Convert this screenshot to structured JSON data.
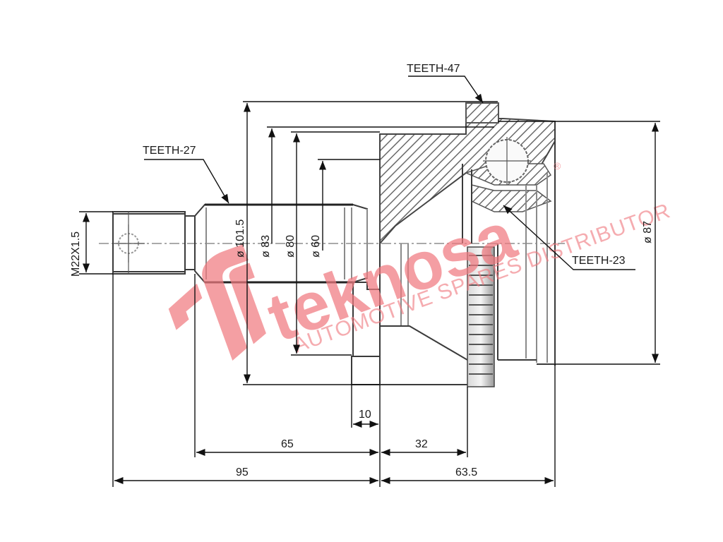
{
  "drawing": {
    "subject": "CV joint (outer) technical drawing",
    "callouts": {
      "teeth_outer": "TEETH-47",
      "teeth_shaft": "TEETH-27",
      "teeth_inner": "TEETH-23"
    },
    "thread": "M22X1.5",
    "diameters": {
      "d1": "ø 101.5",
      "d2": "ø 83",
      "d3": "ø 80",
      "d4": "ø 60",
      "d5": "ø 87"
    },
    "lengths": {
      "l_10": "10",
      "l_65": "65",
      "l_32": "32",
      "l_95": "95",
      "l_63_5": "63.5"
    }
  },
  "watermark": {
    "brand": "teknosa",
    "tagline": "AUTOMOTIVE SPARES DISTRIBUTOR",
    "registered": "®",
    "color": "#f07a80"
  },
  "colors": {
    "line": "#1a1a1a",
    "part": "#3a3a3a",
    "background": "#ffffff"
  }
}
